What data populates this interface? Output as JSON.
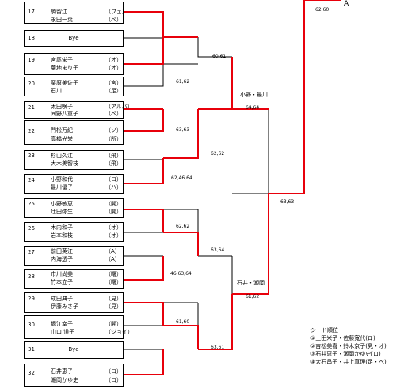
{
  "entries": [
    {
      "seed": "17",
      "players": [
        {
          "name": "駒留江",
          "aff": "（フェ）"
        },
        {
          "name": "永田一葉",
          "aff": "（ベ）"
        }
      ]
    },
    {
      "seed": "18",
      "bye": "Bye"
    },
    {
      "seed": "19",
      "players": [
        {
          "name": "宮尾栄子",
          "aff": "（オ）"
        },
        {
          "name": "菊地まり子",
          "aff": "（オ）"
        }
      ]
    },
    {
      "seed": "20",
      "players": [
        {
          "name": "栗原美佐子",
          "aff": "（宮）"
        },
        {
          "name": "石川",
          "aff": "（足）"
        }
      ]
    },
    {
      "seed": "21",
      "players": [
        {
          "name": "太田咲子",
          "aff": "（アルバ）"
        },
        {
          "name": "同野八重子",
          "aff": "（ベ）"
        }
      ]
    },
    {
      "seed": "22",
      "players": [
        {
          "name": "門松万紀",
          "aff": "（ソ）"
        },
        {
          "name": "高橋光栄",
          "aff": "（所）"
        }
      ]
    },
    {
      "seed": "23",
      "players": [
        {
          "name": "杉山久江",
          "aff": "（飛）"
        },
        {
          "name": "大木美智枝",
          "aff": "（飛）"
        }
      ]
    },
    {
      "seed": "24",
      "players": [
        {
          "name": "小野和代",
          "aff": "（ロ）"
        },
        {
          "name": "最川優子",
          "aff": "（ハ）"
        }
      ]
    },
    {
      "seed": "25",
      "players": [
        {
          "name": "小野敏恵",
          "aff": "（開）"
        },
        {
          "name": "辻田弥生",
          "aff": "（開）"
        }
      ]
    },
    {
      "seed": "26",
      "players": [
        {
          "name": "木内和子",
          "aff": "（オ）"
        },
        {
          "name": "岩本和枝",
          "aff": "（オ）"
        }
      ]
    },
    {
      "seed": "27",
      "players": [
        {
          "name": "前田英江",
          "aff": "（A）"
        },
        {
          "name": "内海透子",
          "aff": "（A）"
        }
      ]
    },
    {
      "seed": "28",
      "players": [
        {
          "name": "市川尚美",
          "aff": "（曙）"
        },
        {
          "name": "竹本立子",
          "aff": "（曙）"
        }
      ]
    },
    {
      "seed": "29",
      "players": [
        {
          "name": "成田典子",
          "aff": "（見）"
        },
        {
          "name": "伊藤みさ子",
          "aff": "（見）"
        }
      ]
    },
    {
      "seed": "30",
      "players": [
        {
          "name": "堀江幸子",
          "aff": "（開）"
        },
        {
          "name": "山口 道子",
          "aff": "（ジョイ）"
        }
      ]
    },
    {
      "seed": "31",
      "bye": "Bye"
    },
    {
      "seed": "32",
      "players": [
        {
          "name": "石井恵子",
          "aff": "（ロ）"
        },
        {
          "name": "瀬岡かゆ史",
          "aff": "（ロ）"
        }
      ]
    }
  ],
  "scores": {
    "r2_a": "60,61",
    "r2_b": "61,62",
    "r2_c": "63,63",
    "r2_d": "62,46,64",
    "r2_e": "62,62",
    "r2_f": "46,63,64",
    "r2_g": "61,60",
    "r3_a": "62,62",
    "r3_b": "63,64",
    "r3_c": "63,61",
    "sf_top": "64,64",
    "sf_bot": "61,62",
    "final": "63,63",
    "champ": "62,60"
  },
  "winners": {
    "sf_top": "小野・最川",
    "sf_bot": "石井・瀬岡",
    "block": "A"
  },
  "legend": {
    "title": "シード順位",
    "items": [
      "①上田米子・佐藤寛代(ロ)",
      "②吉松美喜・鈴木京子(見・オ)",
      "③石井恵子・瀬岡かゆ史(ロ)",
      "④大石昌子・井上真理(足・ベ)"
    ]
  },
  "colors": {
    "win": "#e8000b",
    "line": "#000000"
  }
}
